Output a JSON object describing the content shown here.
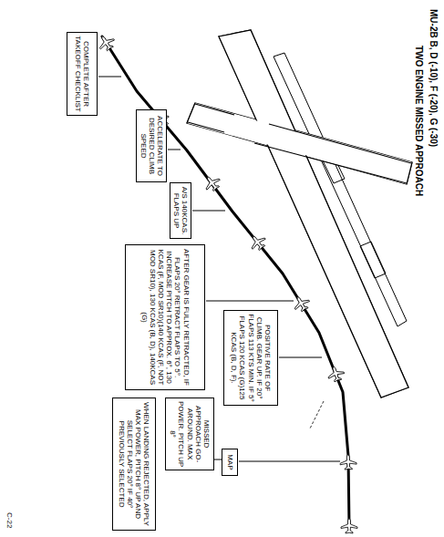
{
  "diagram": {
    "title": "TWO ENGINE MISSED APPROACH",
    "nodes": [
      {
        "text": [
          "WHEN LANDING REJECTED, APPLY MAX POWER, PITCH 8° UP AND SELECT FLAPS 20° IF 40° PREVIOUSLY SELECTED"
        ]
      },
      {
        "text": [
          "MISSED APPROACH GO-AROUND. MAX POWER. PITCH UP 8°"
        ]
      },
      {
        "text": [
          "MAP"
        ]
      },
      {
        "text": [
          "POSITIVE RATE OF CLIMB. GEAR UP. IF 20° FLAPS 113 KTS MIN. IF 5° FLAPS 120 KCAS (G)125 KCAS (B, D, F)."
        ]
      },
      {
        "text": [
          "AFTER GEAR IS FULLY RETRACTED, IF FLAPS 20° RETRACT FLAPS TO 5°. INCREASE PITCH TO APPROX. 6°, 130 KCAS (F, MOD SR10)(140 KCAS (F, NOT MOD SR10), 130 KCAS (B, D), 140KCAS (G)"
        ]
      },
      {
        "text": [
          "A/S 140KCAS. FLAPS UP"
        ]
      },
      {
        "text": [
          "ACCELERATE TO DESIRED CLIMB SPEED"
        ]
      },
      {
        "text": [
          "COMPLETE AFTER TAKEOFF CHECKLIST"
        ]
      }
    ],
    "edges": [
      {
        "from": 1,
        "to": 2,
        "arrow": "none"
      }
    ],
    "labels": [
      "MU-2B B, D (-10), F (-20), G (-30)",
      "C-22"
    ]
  }
}
